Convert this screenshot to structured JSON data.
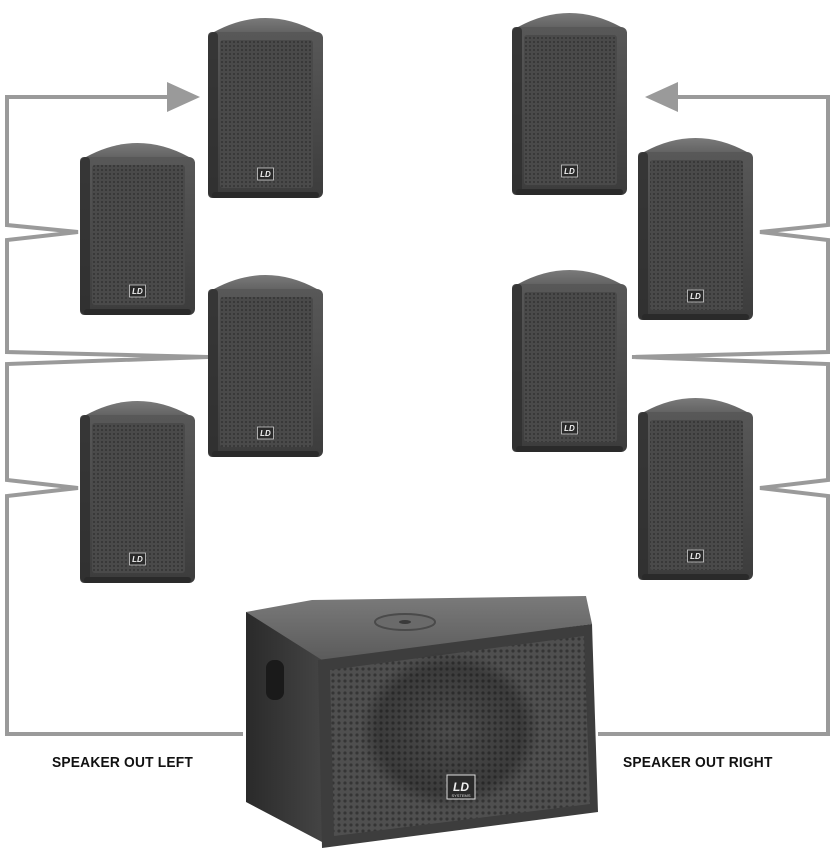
{
  "labels": {
    "speaker_out_left": "SPEAKER OUT LEFT",
    "speaker_out_right": "SPEAKER OUT RIGHT"
  },
  "logos": {
    "satellite": "LD",
    "subwoofer": "LD",
    "subwoofer_sub": "SYSTEMS"
  },
  "colors": {
    "wire": "#9a9a9a",
    "cabinet_dark": "#3a3a3a",
    "cabinet_mid": "#555555",
    "cabinet_light": "#6e6e6e",
    "label_text": "#111111"
  }
}
